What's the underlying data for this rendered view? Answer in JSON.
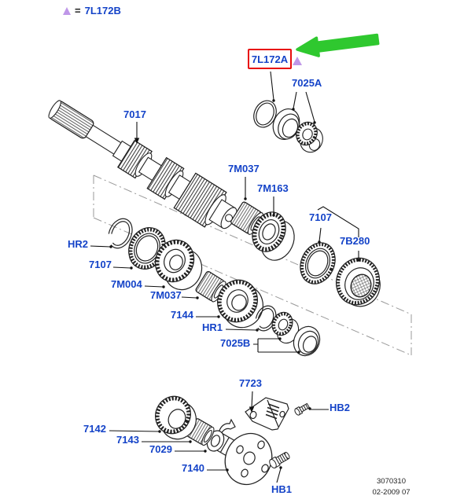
{
  "legend": {
    "equals": "=",
    "part_number": "7L172B"
  },
  "highlight": {
    "part_number": "7L172A"
  },
  "callouts": {
    "c7025a": "7025A",
    "c7017": "7017",
    "c7m037_upper": "7M037",
    "c7m163": "7M163",
    "c7107_upper": "7107",
    "c7b280": "7B280",
    "chr2": "HR2",
    "c7107_lower": "7107",
    "c7m004": "7M004",
    "c7m037_lower": "7M037",
    "c7144": "7144",
    "chr1": "HR1",
    "c7025b": "7025B",
    "c7723": "7723",
    "chb2": "HB2",
    "c7142": "7142",
    "c7143": "7143",
    "c7029": "7029",
    "c7140": "7140",
    "chb1": "HB1"
  },
  "footer": {
    "catalog_number": "3070310",
    "date_code": "02-2009 07"
  },
  "colors": {
    "label_blue": "#1443C8",
    "highlight_red": "#E80D0D",
    "arrow_green": "#2FC82F",
    "marker_purple": "#BF97E8",
    "line_black": "#222222",
    "phantom_gray": "#999999"
  }
}
